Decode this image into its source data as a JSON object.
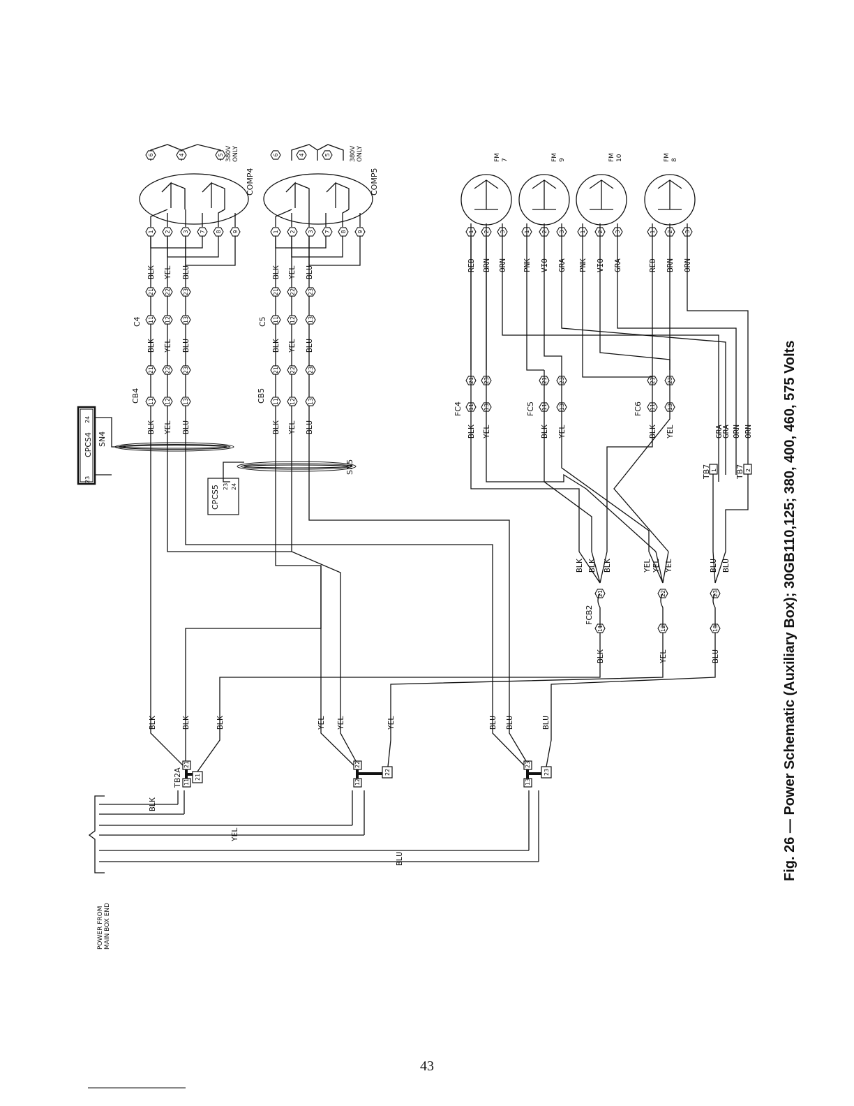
{
  "caption": "Fig. 26 — Power Schematic (Auxiliary Box); 30GB110,125; 380, 400, 460, 575 Volts",
  "page_number": "43",
  "power_source": {
    "line1": "POWER FROM",
    "line2": "MAIN BOX END"
  },
  "wire_colors": {
    "blk": "BLK",
    "yel": "YEL",
    "blu": "BLU",
    "red": "RED",
    "brn": "BRN",
    "orn": "ORN",
    "pnk": "PNK",
    "vio": "VIO",
    "gra": "GRA"
  },
  "components": {
    "tb2a": "TB2A",
    "tb7": "TB7",
    "cb4": "CB4",
    "cb5": "CB5",
    "c4": "C4",
    "c5": "C5",
    "fcb2": "FCB2",
    "fc4": "FC4",
    "fc5": "FC5",
    "fc6": "FC6",
    "sn4": "SN4",
    "sn5": "SN5",
    "cpcs4": "CPCS4",
    "cpcs5": "CPCS5",
    "comp4": "COMP4",
    "comp5": "COMP5",
    "only380": {
      "line1": "380V",
      "line2": "ONLY"
    },
    "fm7": {
      "line1": "FM",
      "line2": "7"
    },
    "fm9": {
      "line1": "FM",
      "line2": "9"
    },
    "fm10": {
      "line1": "FM",
      "line2": "10"
    },
    "fm8": {
      "line1": "FM",
      "line2": "8"
    }
  },
  "terminals": {
    "tb2a": [
      "11",
      "12",
      "13",
      "21",
      "22",
      "23"
    ],
    "cpcs": [
      "23",
      "24"
    ],
    "tb7": [
      "1",
      "2"
    ],
    "comp": [
      "1",
      "2",
      "3",
      "7",
      "8",
      "9",
      "6",
      "4",
      "5"
    ],
    "pair": [
      "11",
      "21",
      "12",
      "22",
      "13",
      "23"
    ],
    "fm": [
      "1",
      "2",
      "3"
    ]
  }
}
